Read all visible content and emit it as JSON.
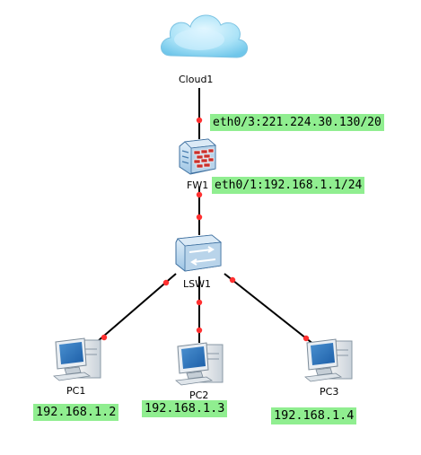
{
  "devices": {
    "cloud": {
      "label": "Cloud1"
    },
    "firewall": {
      "label": "FW1"
    },
    "switch": {
      "label": "LSW1"
    },
    "pc1": {
      "label": "PC1",
      "ip": "192.168.1.2"
    },
    "pc2": {
      "label": "PC2",
      "ip": "192.168.1.3"
    },
    "pc3": {
      "label": "PC3",
      "ip": "192.168.1.4"
    }
  },
  "interfaces": {
    "fw_wan": "eth0/3:221.224.30.130/20",
    "fw_lan": "eth0/1:192.168.1.1/24"
  },
  "colors": {
    "ip_highlight": "#90ee90",
    "port_dot": "#ff3030",
    "link": "#000000",
    "cloud": "#a9e2f7",
    "device_blue": "#5b9bd5"
  }
}
